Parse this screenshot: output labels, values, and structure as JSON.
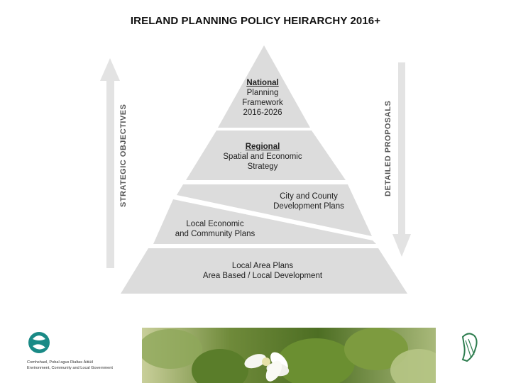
{
  "title": "IRELAND PLANNING POLICY HEIRARCHY 2016+",
  "left_arrow_label": "STRATEGIC OBJECTIVES",
  "right_arrow_label": "DETAILED PROPOSALS",
  "tiers": {
    "national": {
      "heading": "National",
      "lines": [
        "Planning",
        "Framework",
        "2016-2026"
      ]
    },
    "regional": {
      "heading": "Regional",
      "lines": [
        "Spatial and Economic",
        "Strategy"
      ]
    },
    "city_county": {
      "lines": [
        "City and County",
        "Development Plans"
      ]
    },
    "local_economic": {
      "lines": [
        "Local Economic",
        "and Community Plans"
      ]
    },
    "local_area": {
      "lines": [
        "Local Area Plans",
        "Area Based / Local Development"
      ]
    }
  },
  "footer": {
    "logo_line_1": "Comhshaol, Pobal agus Rialtas Áitiúil",
    "logo_line_2": "Environment, Community and Local Government"
  },
  "colors": {
    "tier_fill": "#dcdcdc",
    "arrow": "#e0e0e0",
    "logo_teal": "#1a8a86"
  }
}
